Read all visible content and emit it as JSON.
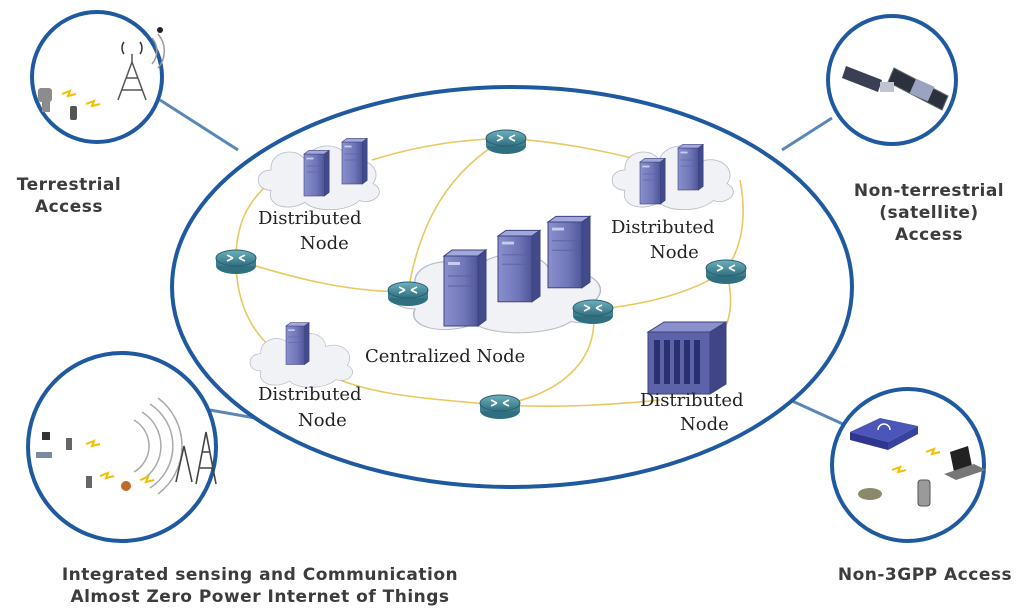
{
  "colors": {
    "circle_stroke": "#1f5aa0",
    "link": "#e8c860",
    "server": "#6f76b8",
    "router": "#3d7f8f",
    "cloud": "#eef0f4"
  },
  "nodes": {
    "distributed_top_left": [
      "Distributed",
      "Node"
    ],
    "distributed_top_right": [
      "Distributed",
      "Node"
    ],
    "distributed_bottom_left": [
      "Distributed",
      "Node"
    ],
    "distributed_bottom_right": [
      "Distributed",
      "Node"
    ],
    "centralized": "Centralized Node"
  },
  "access": {
    "terrestrial": [
      "Terrestrial",
      "Access"
    ],
    "non_terrestrial": [
      "Non-terrestrial",
      "(satellite)",
      "Access"
    ],
    "isac": [
      "Integrated sensing and Communication",
      "Almost Zero Power Internet of Things"
    ],
    "non_3gpp": "Non-3GPP Access"
  }
}
